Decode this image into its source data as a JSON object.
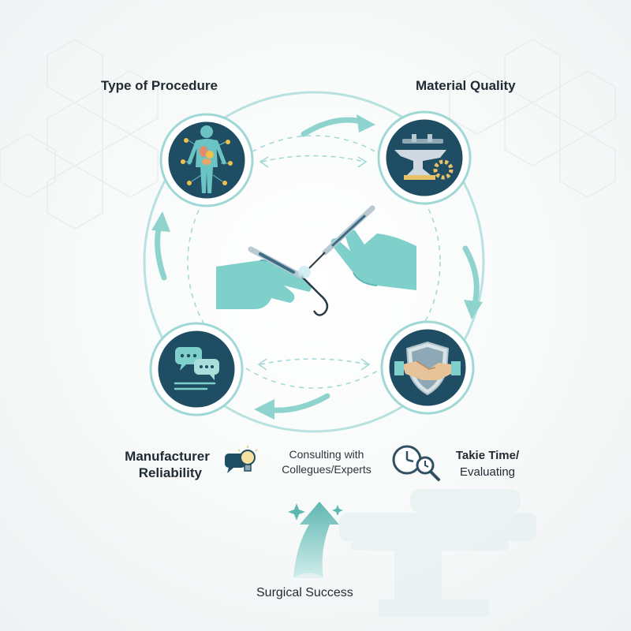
{
  "nodes": {
    "type_of_procedure": "Type of Procedure",
    "material_quality": "Material Quality",
    "manufacturer_reliability": [
      "Manufacturer",
      "Reliability"
    ]
  },
  "side_items": {
    "consulting": [
      "Consulting with",
      "Collegues/Experts"
    ],
    "evaluating": [
      "Takie Time/",
      "Evaluating"
    ]
  },
  "outcome": "Surgical Success",
  "colors": {
    "teal": "#7fcfcb",
    "teal_light": "#a9deda",
    "navy": "#1f4d63",
    "navy_dark": "#173f53",
    "text": "#1f2a33",
    "icon_dark": "#2f4f63"
  },
  "icons": {
    "top_left": "human-anatomy-icon",
    "top_right": "anvil-gear-icon",
    "bottom_left": "chat-bubbles-icon",
    "bottom_right": "handshake-shield-icon",
    "center": "gloved-hands-surgical-tools-icon",
    "consulting": "speech-bubble-lightbulb-icon",
    "evaluating": "clock-magnifier-icon",
    "outcome": "upward-arrow-icon"
  }
}
